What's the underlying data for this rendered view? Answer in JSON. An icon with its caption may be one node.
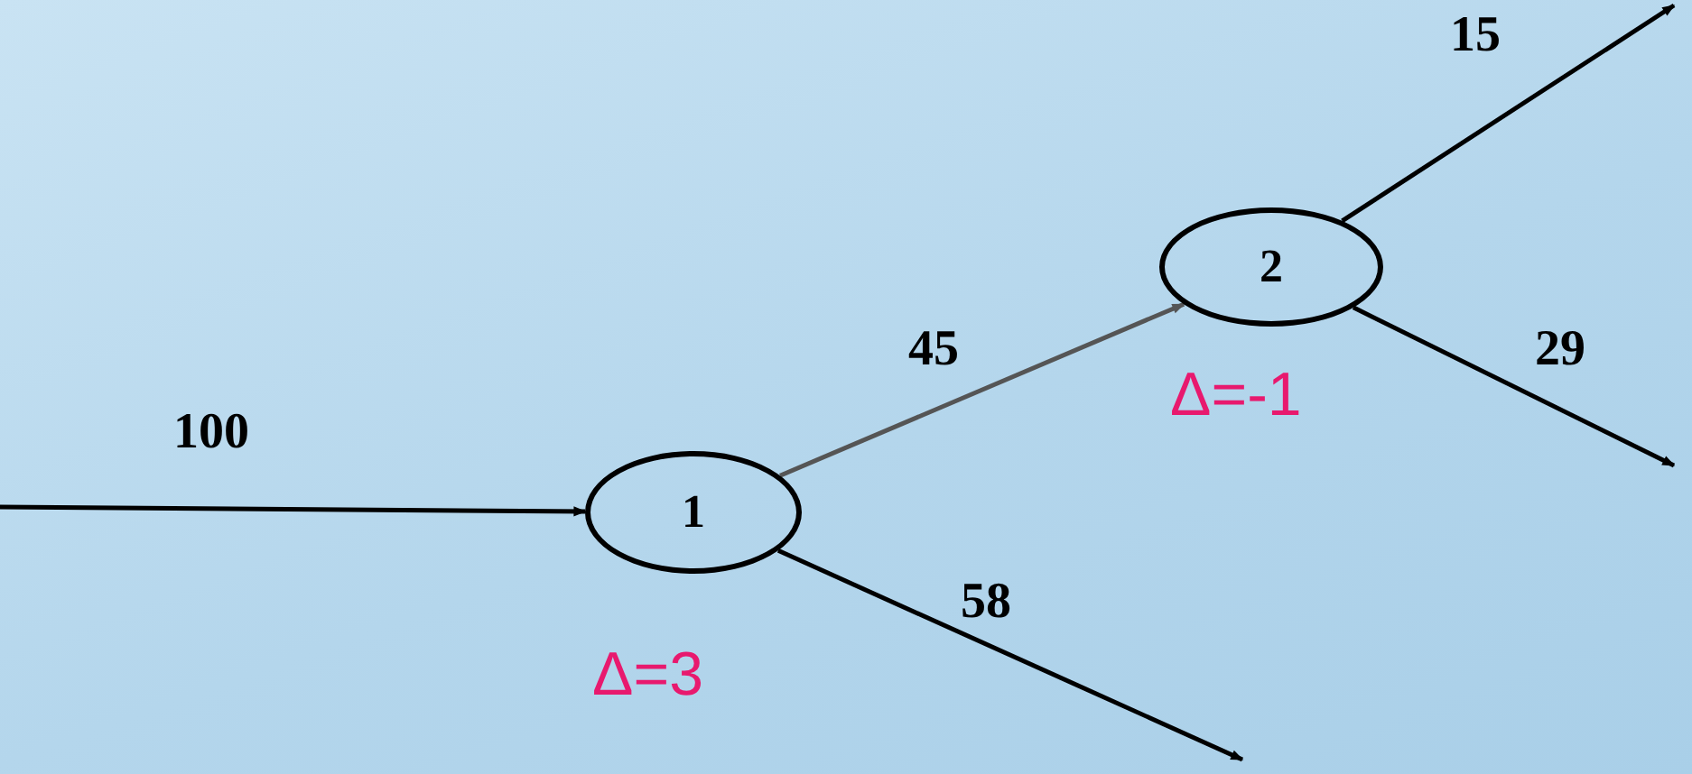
{
  "diagram": {
    "nodes": [
      {
        "text": [
          "1"
        ],
        "beside": [
          "Δ=3"
        ]
      },
      {
        "text": [
          "2"
        ],
        "beside": [
          "Δ=-1"
        ]
      }
    ],
    "edges": [
      {
        "from": null,
        "to": 0,
        "arrow": "to",
        "label": "100"
      },
      {
        "from": 0,
        "to": 1,
        "arrow": "to",
        "label": "45",
        "color": "#555555"
      },
      {
        "from": 0,
        "to": null,
        "arrow": "to",
        "label": "58"
      },
      {
        "from": 1,
        "to": null,
        "arrow": "to",
        "label": "15"
      },
      {
        "from": 1,
        "to": null,
        "arrow": "to",
        "label": "29"
      }
    ]
  }
}
